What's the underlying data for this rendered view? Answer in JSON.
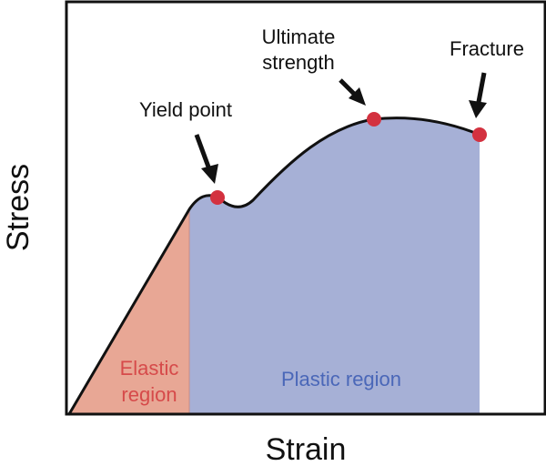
{
  "axes": {
    "x_label": "Strain",
    "y_label": "Stress"
  },
  "points": {
    "yield": "Yield point",
    "ultimate_line1": "Ultimate",
    "ultimate_line2": "strength",
    "fracture": "Fracture"
  },
  "regions": {
    "elastic_line1": "Elastic",
    "elastic_line2": "region",
    "plastic": "Plastic region"
  },
  "colors": {
    "elastic_fill": "#e8a795",
    "plastic_fill": "#a6b0d6",
    "elastic_text": "#d64a4a",
    "plastic_text": "#4a67b8",
    "marker": "#d3313f",
    "curve": "#111111"
  }
}
